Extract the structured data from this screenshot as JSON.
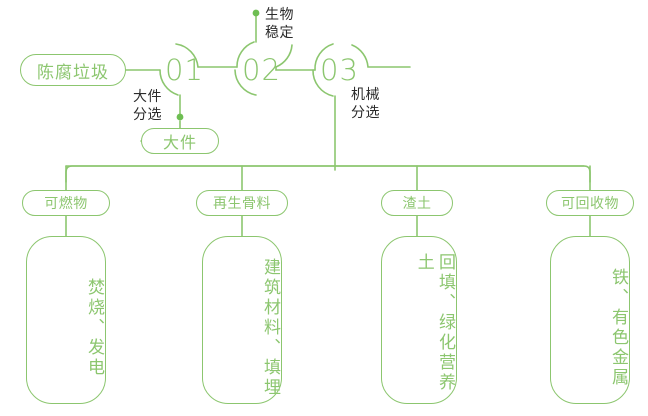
{
  "theme": {
    "line_color": "#8cc66f",
    "accent_color": "#6ebe52",
    "text_dark": "#2b2b2b",
    "background": "#ffffff"
  },
  "diagram": {
    "type": "process-flow",
    "title_node": {
      "label": "陈腐垃圾"
    },
    "steps": [
      {
        "number": "01",
        "annotation": "大件\n分选"
      },
      {
        "number": "02",
        "annotation": "生物\n稳定"
      },
      {
        "number": "03",
        "annotation": "机械\n分选"
      }
    ],
    "branch_output": {
      "label": "大件"
    },
    "outputs": [
      {
        "category": "可燃物",
        "detail": "焚烧、发电"
      },
      {
        "category": "再生骨料",
        "detail": "建筑材料、填埋"
      },
      {
        "category": "渣土",
        "detail": "回填、绿化营养土"
      },
      {
        "category": "可回收物",
        "detail": "铁、有色金属"
      }
    ]
  }
}
